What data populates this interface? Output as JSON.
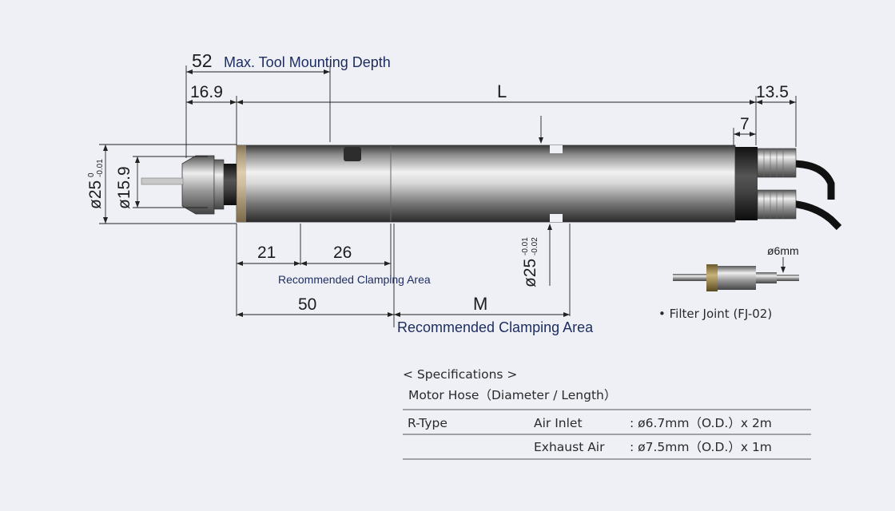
{
  "dimensions": {
    "max_depth_value": "52",
    "max_depth_label": "Max. Tool Mounting Depth",
    "d16_9": "16.9",
    "L": "L",
    "d13_5": "13.5",
    "d7": "7",
    "dia25_main": "ø25",
    "dia25_tol_upper": "0",
    "dia25_tol_lower": "-0.01",
    "dia15_9": "ø15.9",
    "d21": "21",
    "d26": "26",
    "clamp_small": "Recommended Clamping Area",
    "d50": "50",
    "M": "M",
    "clamp_large": "Recommended Clamping Area",
    "dia25_right": "ø25",
    "dia25r_tol_upper": "-0.01",
    "dia25r_tol_lower": "-0.02"
  },
  "filter_joint": {
    "dia_label": "ø6mm",
    "caption": "• Filter Joint (FJ-02)"
  },
  "specs": {
    "heading": "< Specifications >",
    "subheading": "Motor Hose（Diameter / Length）",
    "rows": [
      {
        "type": "R-Type",
        "item": "Air Inlet",
        "value": ": ø6.7mm（O.D.）x 2m"
      },
      {
        "type": "",
        "item": "Exhaust Air",
        "value": ": ø7.5mm（O.D.）x 1m"
      }
    ]
  },
  "colors": {
    "background": "#eef0f6",
    "dimension_line": "#222222",
    "label_blue": "#1d2c5e"
  }
}
